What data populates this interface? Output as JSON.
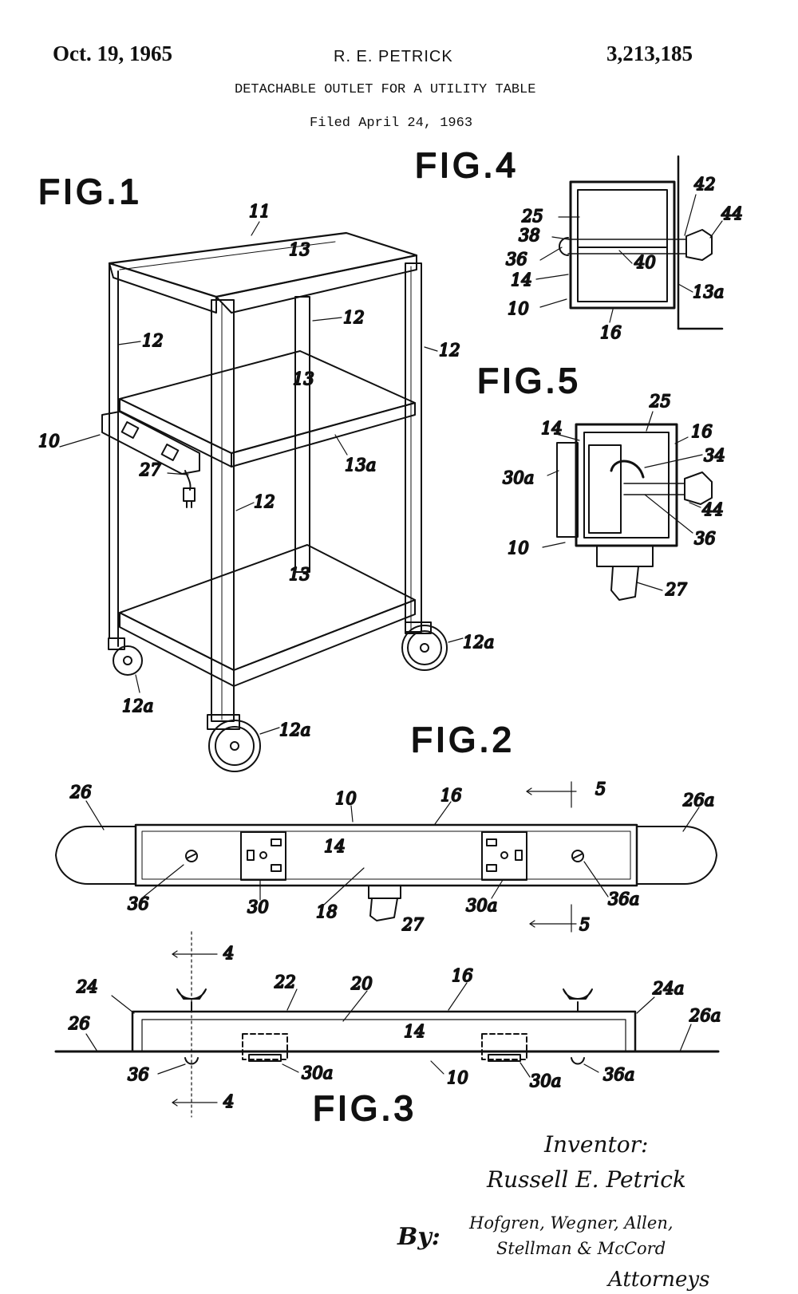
{
  "header": {
    "date": "Oct. 19, 1965",
    "inventor_name": "R. E. PETRICK",
    "patent_number": "3,213,185",
    "title": "DETACHABLE OUTLET FOR A UTILITY TABLE",
    "filed": "Filed April 24, 1963"
  },
  "figures": {
    "fig1": {
      "title": "FIG.1",
      "labels": {
        "l11": "11",
        "l13a_top": "13",
        "l13b": "13",
        "l13c": "13",
        "l12a": "12",
        "l12b": "12",
        "l12c": "12",
        "l12d": "12",
        "l10": "10",
        "l27": "27",
        "l13a": "13a",
        "l12a_r": "12a",
        "l12a_l": "12a",
        "l12a_b": "12a"
      }
    },
    "fig2": {
      "title": "FIG.2",
      "labels": {
        "l26": "26",
        "l10": "10",
        "l16": "16",
        "l5t": "5",
        "l26a": "26a",
        "l14": "14",
        "l36": "36",
        "l30": "30",
        "l18": "18",
        "l27": "27",
        "l30a": "30a",
        "l36a": "36a",
        "l5b": "5"
      }
    },
    "fig3": {
      "title": "FIG.3",
      "labels": {
        "l4t": "4",
        "l24": "24",
        "l22": "22",
        "l20": "20",
        "l16": "16",
        "l24a": "24a",
        "l26": "26",
        "l26a": "26a",
        "l14": "14",
        "l36": "36",
        "l30a_l": "30a",
        "l10": "10",
        "l30a_r": "30a",
        "l36a": "36a",
        "l4b": "4"
      }
    },
    "fig4": {
      "title": "FIG.4",
      "labels": {
        "l42": "42",
        "l44": "44",
        "l25": "25",
        "l38": "38",
        "l36": "36",
        "l40": "40",
        "l14": "14",
        "l13a": "13a",
        "l10": "10",
        "l16": "16"
      }
    },
    "fig5": {
      "title": "FIG.5",
      "labels": {
        "l25": "25",
        "l14": "14",
        "l16": "16",
        "l34": "34",
        "l30a": "30a",
        "l44": "44",
        "l36": "36",
        "l10": "10",
        "l27": "27"
      }
    }
  },
  "signature": {
    "inventor_heading": "Inventor:",
    "inventor": "Russell E. Petrick",
    "by": "By:",
    "firm_line1": "Hofgren, Wegner, Allen,",
    "firm_line2": "Stellman & McCord",
    "attorneys": "Attorneys"
  }
}
